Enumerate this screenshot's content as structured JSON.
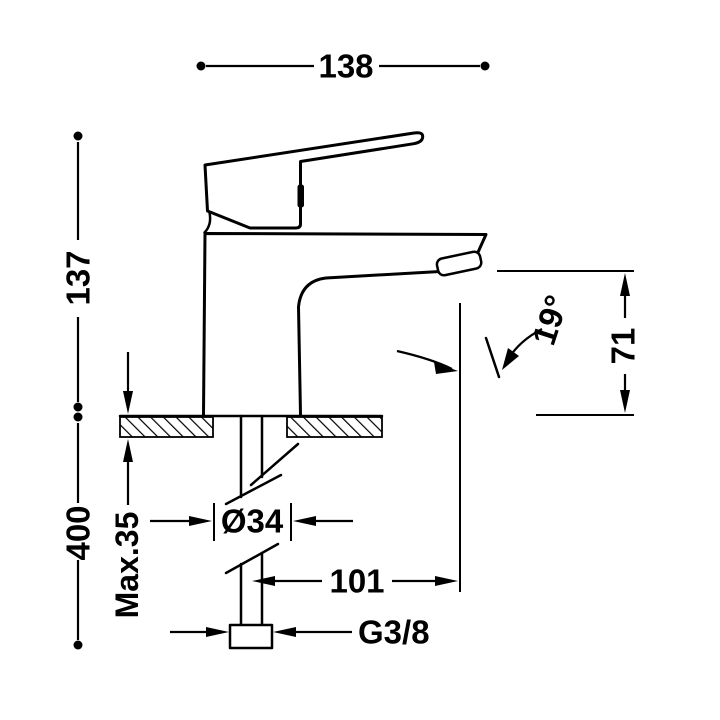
{
  "drawing": {
    "colors": {
      "line": "#000000",
      "background": "#ffffff"
    },
    "dims": {
      "overall_width": "138",
      "body_height": "137",
      "shank_length": "400",
      "max_counter_thickness": "Max.35",
      "hole_diameter": "Ø34",
      "spout_reach": "101",
      "spout_height": "71",
      "stream_angle": "19°",
      "supply_connection": "G3/8"
    }
  }
}
